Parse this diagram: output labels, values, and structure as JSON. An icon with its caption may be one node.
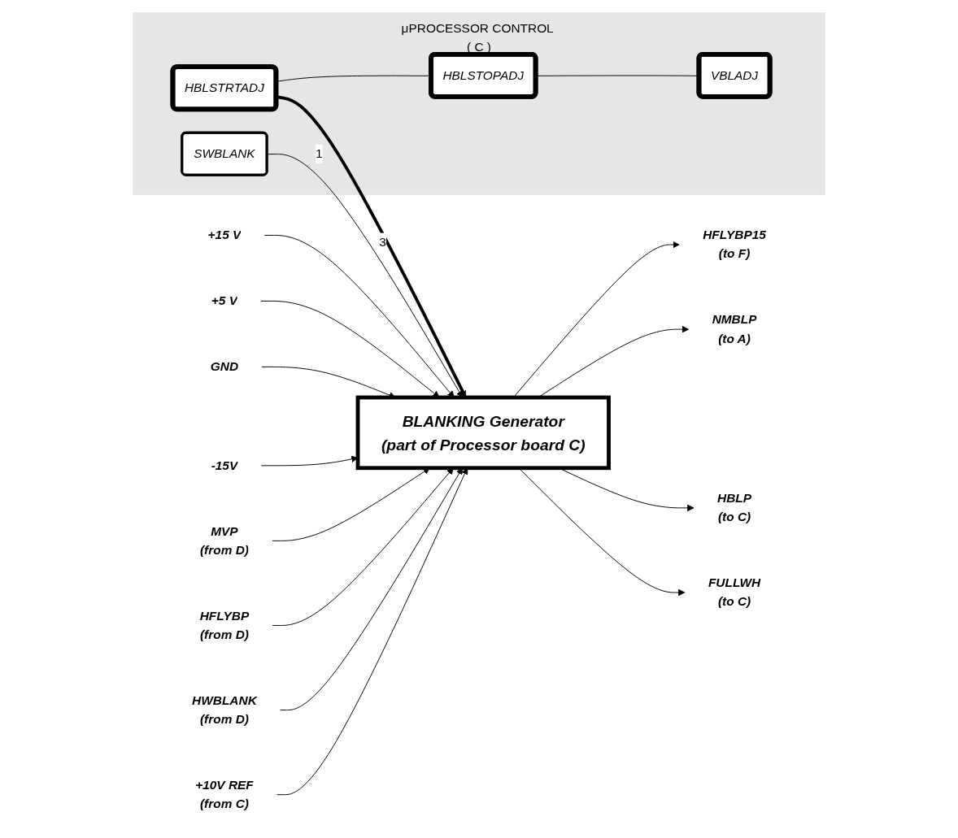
{
  "diagram": {
    "nodes": [
      {
        "text": [
          "+15 V"
        ]
      },
      {
        "text": [
          "+5 V"
        ]
      },
      {
        "text": [
          "GND"
        ]
      },
      {
        "text": [
          "-15V"
        ]
      },
      {
        "text": [
          "BLANKING Generator",
          "(part of Processor board C)"
        ]
      },
      {
        "text": [
          "MVP",
          "(from D)"
        ]
      },
      {
        "text": [
          "HFLYBP",
          "(from D)"
        ]
      },
      {
        "text": [
          "HWBLANK",
          "(from D)"
        ]
      },
      {
        "text": [
          "+10V REF",
          "(from C)"
        ]
      },
      {
        "text": [
          "HFLYBP15",
          "(to F)"
        ]
      },
      {
        "text": [
          "NMBLP",
          "(to A)"
        ]
      },
      {
        "text": [
          "HBLP",
          "(to C)"
        ]
      },
      {
        "text": [
          "FULLWH",
          "(to C)"
        ]
      },
      {
        "text": [
          "μPROCESSOR CONTROL ( C )"
        ]
      },
      {
        "text": [
          "HBLSTRTADJ"
        ],
        "in": 13
      },
      {
        "text": [
          "HBLSTOPADJ"
        ],
        "in": 13
      },
      {
        "text": [
          "VBLADJ"
        ],
        "in": 13
      },
      {
        "text": [
          "SWBLANK"
        ],
        "in": 13
      }
    ],
    "edges": [
      {
        "from": 0,
        "to": 4,
        "arrow": "to"
      },
      {
        "from": 1,
        "to": 4,
        "arrow": "to"
      },
      {
        "from": 2,
        "to": 4,
        "arrow": "to"
      },
      {
        "from": 3,
        "to": 4,
        "arrow": "to"
      },
      {
        "from": 5,
        "to": 4,
        "arrow": "to"
      },
      {
        "from": 6,
        "to": 4,
        "arrow": "to"
      },
      {
        "from": 7,
        "to": 4,
        "arrow": "to"
      },
      {
        "from": 8,
        "to": 4,
        "arrow": "to"
      },
      {
        "from": 4,
        "to": 9,
        "arrow": "to"
      },
      {
        "from": 4,
        "to": 10,
        "arrow": "to"
      },
      {
        "from": 4,
        "to": 11,
        "arrow": "to"
      },
      {
        "from": 4,
        "to": 12,
        "arrow": "to"
      },
      {
        "from": 14,
        "to": 4,
        "label": "3",
        "arrow": "to",
        "style": "thick"
      },
      {
        "from": 17,
        "to": 4,
        "label": "1",
        "arrow": "to"
      },
      {
        "from": 14,
        "to": 15,
        "arrow": "none"
      },
      {
        "from": 15,
        "to": 16,
        "arrow": "none"
      }
    ]
  }
}
